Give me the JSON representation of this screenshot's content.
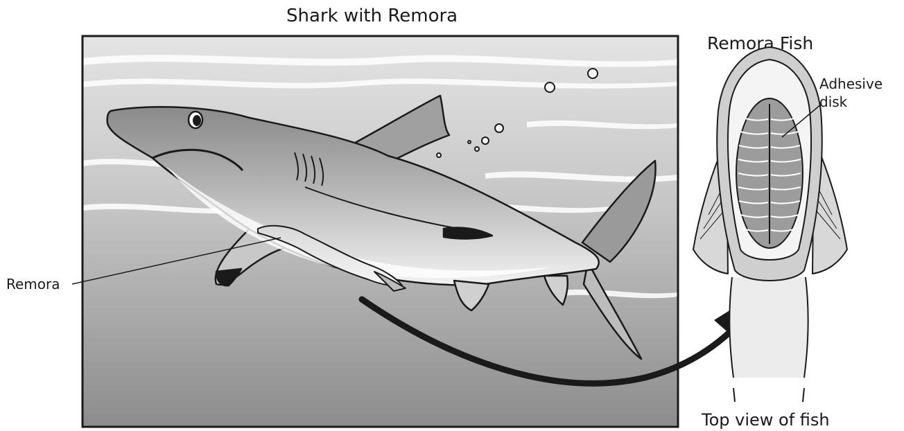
{
  "title": "Shark with Remora",
  "panel_right_title": "Remora Fish",
  "callouts": {
    "remora": "Remora",
    "adhesive_line1": "Adhesive",
    "adhesive_line2": "disk",
    "top_view": "Top view of fish"
  },
  "icons": [
    "shark-illustration",
    "remora-illustration",
    "bubble-icon",
    "curved-arrow-icon",
    "adhesive-disk-icon"
  ]
}
